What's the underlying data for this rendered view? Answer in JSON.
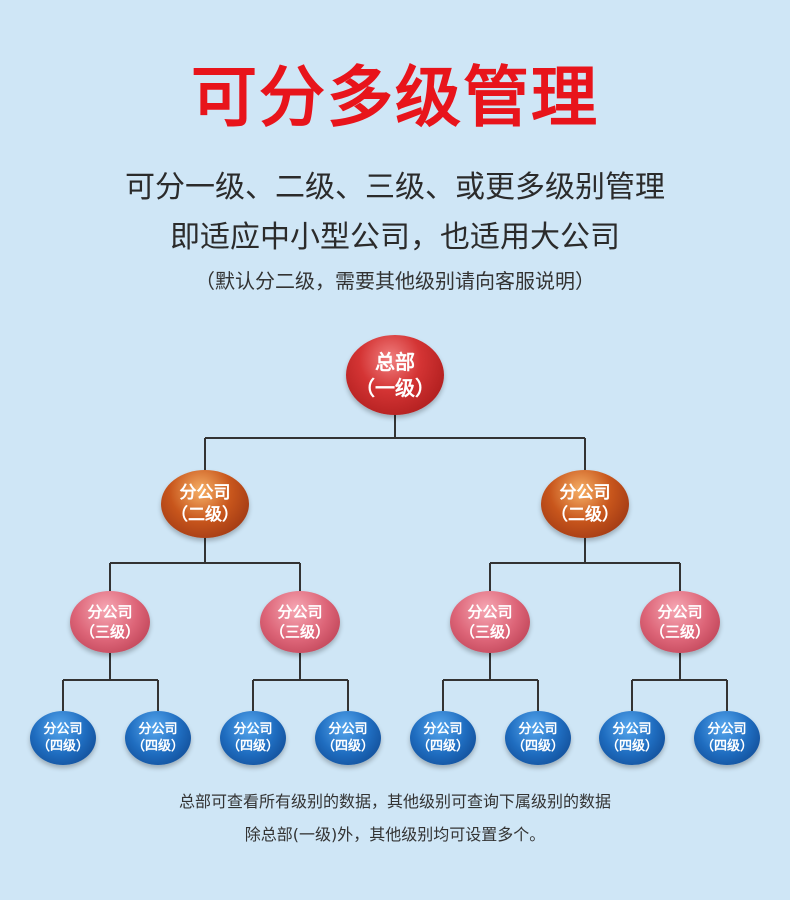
{
  "title": "可分多级管理",
  "subtitle_1": "可分一级、二级、三级、或更多级别管理",
  "subtitle_2": "即适应中小型公司，也适用大公司",
  "note": "（默认分二级，需要其他级别请向客服说明）",
  "nodes": {
    "root": {
      "name": "总部",
      "level": "（一级）"
    },
    "level2": {
      "name": "分公司",
      "level": "（二级）"
    },
    "level3": {
      "name": "分公司",
      "level": "（三级）"
    },
    "level4": {
      "name": "分公司",
      "level": "（四级）"
    }
  },
  "footer_1": "总部可查看所有级别的数据，其他级别可查询下属级别的数据",
  "footer_2": "除总部(一级)外，其他级别均可设置多个。",
  "colors": {
    "title": "#e8141b",
    "background": "#cfe6f6",
    "connector": "#333333",
    "root_node": "#c42626",
    "level2_node": "#c0501c",
    "level3_node": "#d85a6e",
    "level4_node": "#1a63b6"
  }
}
